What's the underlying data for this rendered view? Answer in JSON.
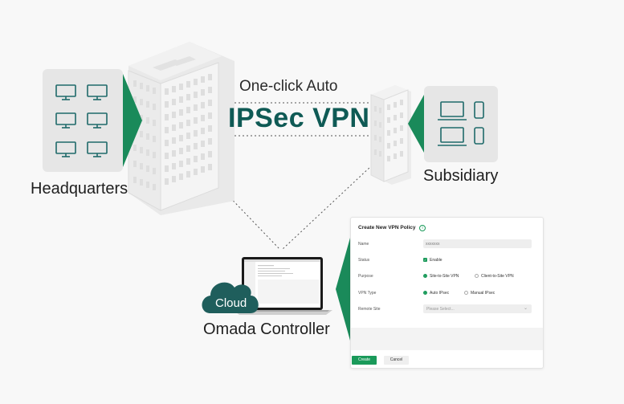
{
  "vpn": {
    "top_line": "One-click Auto",
    "main_line": "IPSec VPN"
  },
  "sites": {
    "headquarters": "Headquarters",
    "subsidiary": "Subsidiary"
  },
  "controller": {
    "cloud_label": "Cloud",
    "name": "Omada Controller"
  },
  "dialog": {
    "title": "Create New VPN Policy",
    "info_icon": "i",
    "rows": [
      {
        "label": "Name",
        "value": "xxxxxxx"
      },
      {
        "label": "Status",
        "option": "Enable"
      },
      {
        "label": "Purpose",
        "option_a": "Site-to-Site VPN",
        "option_b": "Client-to-Site VPN"
      },
      {
        "label": "VPN Type",
        "option_a": "Auto IPsec",
        "option_b": "Manual IPsec"
      },
      {
        "label": "Remote Site",
        "placeholder": "Please Select..."
      }
    ],
    "create_button": "Create",
    "cancel_button": "Cancel"
  },
  "colors": {
    "accent_green": "#1a8a5a",
    "teal_dark": "#0f5a55",
    "cloud": "#1f5e5c"
  },
  "icons": [
    "monitor-icon",
    "laptop-icon",
    "phone-icon",
    "building-icon",
    "cloud-icon",
    "info-icon",
    "checkbox-icon",
    "radio-icon",
    "chevron-down-icon"
  ]
}
